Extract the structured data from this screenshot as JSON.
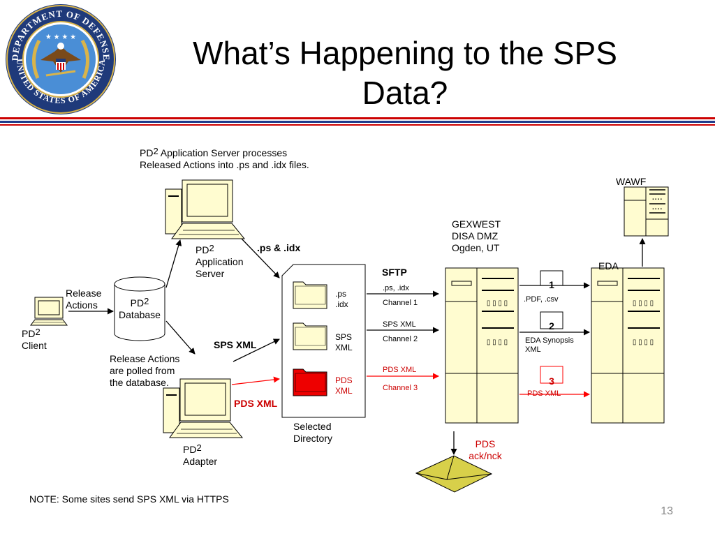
{
  "slide": {
    "title_line1": "What’s Happening to the SPS",
    "title_line2": "Data?",
    "page_number": "13",
    "note": "NOTE: Some sites send SPS XML via HTTPS"
  },
  "seal": {
    "top_text": "DEPARTMENT OF DEFENSE",
    "bottom_text": "UNITED STATES OF AMERICA"
  },
  "colors": {
    "divider_red": "#cc0000",
    "divider_blue": "#1f3a8a",
    "folder_yellow": "#fffcd0",
    "folder_red": "#ee0000",
    "arrow_red": "#ff0000",
    "envelope": "#d8d04a"
  },
  "labels": {
    "app_server_note_pd": "PD",
    "app_server_note_sup": "2",
    "app_server_note_rest": " Application Server processes",
    "app_server_note_line2": "Released Actions into .ps and .idx files.",
    "pd2_app_server_pd": "PD",
    "pd2_app_server_sup": "2",
    "pd2_app_server_line2": "Application",
    "pd2_app_server_line3": "Server",
    "ps_idx": ".ps & .idx",
    "release_actions_1": "Release",
    "release_actions_2": "Actions",
    "database_pd": "PD",
    "database_sup": "2",
    "database_line2": "Database",
    "client_pd": "PD",
    "client_sup": "2",
    "client_line2": "Client",
    "polled_1": "Release Actions",
    "polled_2": "are polled from",
    "polled_3": "the database.",
    "sps_xml": "SPS XML",
    "pds_xml": "PDS XML",
    "adapter_pd": "PD",
    "adapter_sup": "2",
    "adapter_line2": "Adapter",
    "folder1_1": ".ps",
    "folder1_2": ".idx",
    "folder2_1": "SPS",
    "folder2_2": "XML",
    "folder3_1": "PDS",
    "folder3_2": "XML",
    "selected_1": "Selected",
    "selected_2": "Directory",
    "sftp": "SFTP",
    "ch1_top": ".ps, .idx",
    "ch1_bottom": "Channel 1",
    "ch2_top": "SPS XML",
    "ch2_bottom": "Channel 2",
    "ch3_top": "PDS XML",
    "ch3_bottom": "Channel 3",
    "gexwest_1": "GEXWEST",
    "gexwest_2": "DISA DMZ",
    "gexwest_3": "Ogden, UT",
    "wawf": "WAWF",
    "eda": "EDA",
    "box1": "1",
    "box2": "2",
    "box3": "3",
    "out1": ".PDF, .csv",
    "out2_1": "EDA Synopsis",
    "out2_2": "XML",
    "out3": "PDS XML",
    "ack_1": "PDS",
    "ack_2": "ack/nck"
  }
}
